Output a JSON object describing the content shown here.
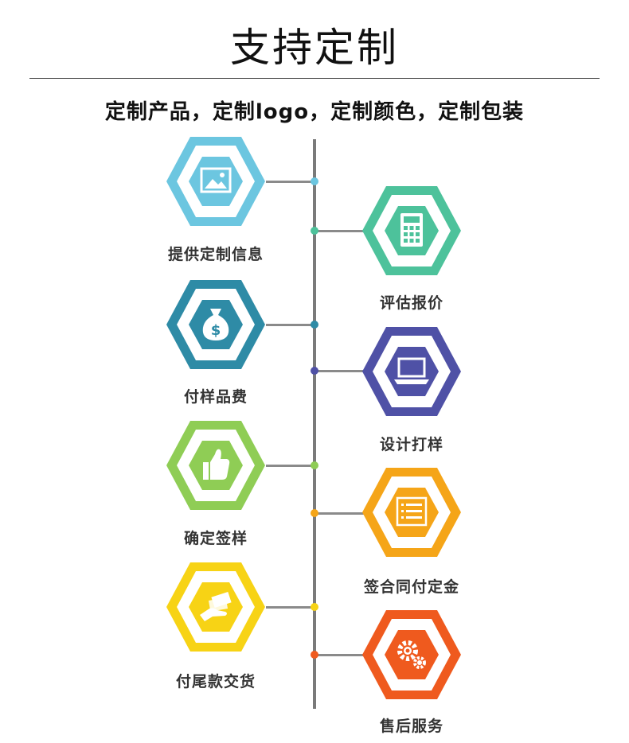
{
  "title": "支持定制",
  "subtitle": "定制产品，定制logo，定制颜色，定制包装",
  "steps": [
    {
      "label": "提供定制信息",
      "color": "#6cc6e0",
      "icon": "image-icon"
    },
    {
      "label": "评估报价",
      "color": "#4dc29b",
      "icon": "calculator-icon"
    },
    {
      "label": "付样品费",
      "color": "#2e8ba6",
      "icon": "money-bag-icon"
    },
    {
      "label": "设计打样",
      "color": "#4f51a6",
      "icon": "laptop-icon"
    },
    {
      "label": "确定签样",
      "color": "#8fcd55",
      "icon": "thumbs-up-icon"
    },
    {
      "label": "签合同付定金",
      "color": "#f5a518",
      "icon": "document-list-icon"
    },
    {
      "label": "付尾款交货",
      "color": "#f7d315",
      "icon": "hand-money-icon"
    },
    {
      "label": "售后服务",
      "color": "#ef5a1e",
      "icon": "gears-icon"
    }
  ]
}
